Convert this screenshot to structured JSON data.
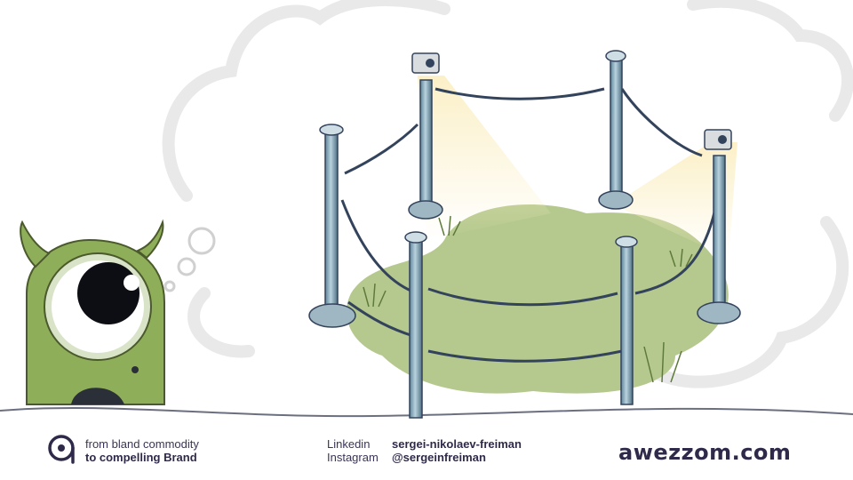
{
  "footer": {
    "tagline_line1": "from bland commodity",
    "tagline_line2": "to compelling Brand",
    "social": [
      {
        "label": "Linkedin",
        "value": "sergei-nikolaev-freiman"
      },
      {
        "label": "Instagram",
        "value": "@sergeinfreiman"
      }
    ],
    "website": "awezzom.com"
  },
  "colors": {
    "ink": "#2f2a4a",
    "monster_green": "#8fae5a",
    "grass": "#b5c98e",
    "post_steel": "#7fa3b6",
    "light_beam": "#fbefc4"
  }
}
